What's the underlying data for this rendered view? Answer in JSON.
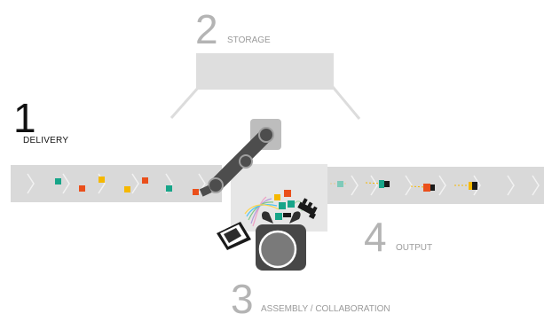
{
  "stations": {
    "delivery": {
      "number": "1",
      "label": "DELIVERY"
    },
    "storage": {
      "number": "2",
      "label": "STORAGE"
    },
    "assembly": {
      "number": "3",
      "label": "ASSEMBLY / COLLABORATION"
    },
    "output": {
      "number": "4",
      "label": "OUTPUT"
    }
  },
  "colors": {
    "belt": "#d9d9d9",
    "chevron": "#f2f2f2",
    "label_grey": "#9a9a9a",
    "label_dark": "#111111",
    "robot": "#4d4d4d",
    "robot_base": "#bdbdbd",
    "part_teal": "#17a589",
    "part_orange": "#ea4f1b",
    "part_yellow": "#f5b800",
    "part_black": "#1a1a1a"
  },
  "icons": [
    "robot-arm-icon",
    "laptop-icon",
    "gripper-icon",
    "hand-icon"
  ]
}
